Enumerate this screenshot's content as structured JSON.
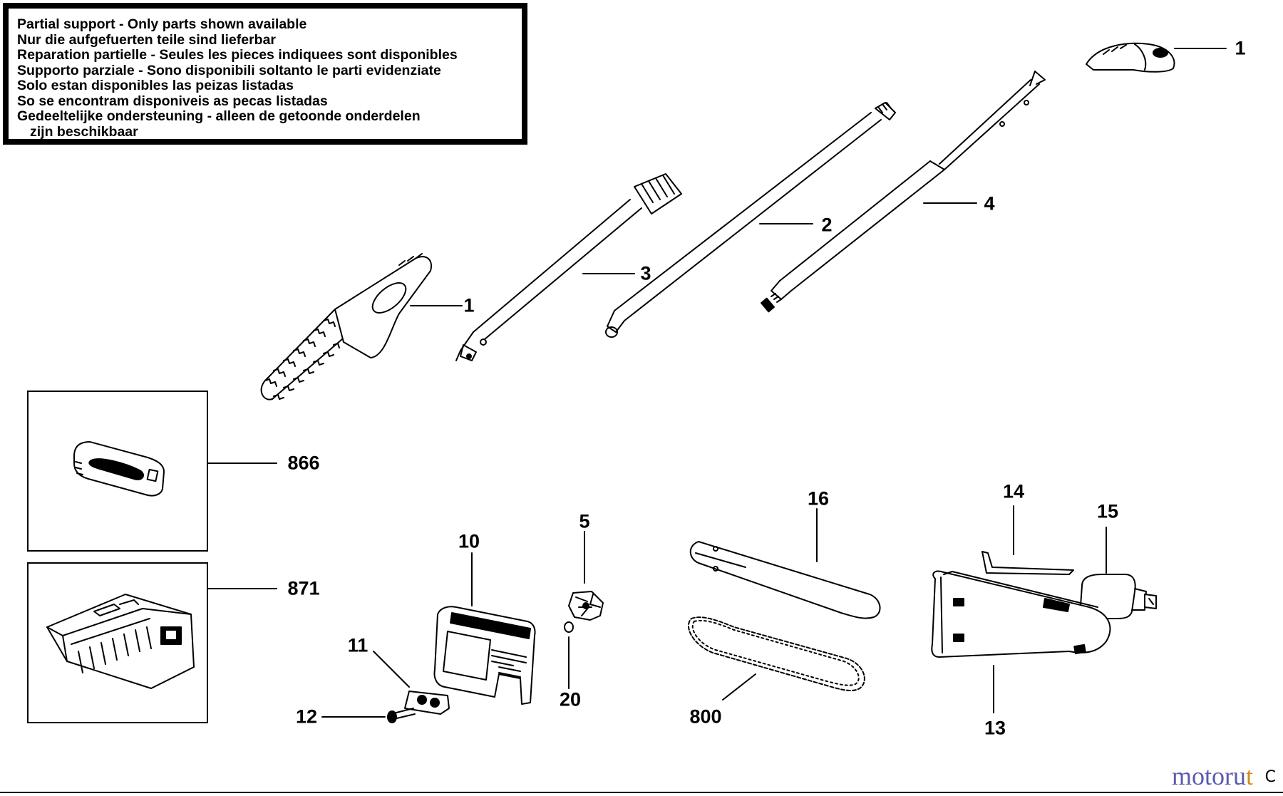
{
  "notice": {
    "lines": [
      "Partial support - Only parts shown available",
      "Nur die aufgefuerten teile sind lieferbar",
      "Reparation partielle - Seules les pieces indiquees sont disponibles",
      "Supporto parziale - Sono disponibili soltanto le parti evidenziate",
      "Solo estan disponibles las peizas listadas",
      "So se encontram disponiveis as pecas listadas",
      "Gedeeltelijke ondersteuning - alleen de getoonde onderdelen",
      "zijn beschikbaar"
    ]
  },
  "callouts": {
    "c1_top": "1",
    "c1_saw": "1",
    "c2": "2",
    "c3": "3",
    "c4": "4",
    "c5": "5",
    "c10": "10",
    "c11": "11",
    "c12": "12",
    "c13": "13",
    "c14": "14",
    "c15": "15",
    "c16": "16",
    "c20": "20",
    "c800": "800",
    "c866": "866",
    "c871": "871"
  },
  "watermark": {
    "part_a": "motoru",
    "part_b": "t"
  },
  "corner_mark": "C"
}
